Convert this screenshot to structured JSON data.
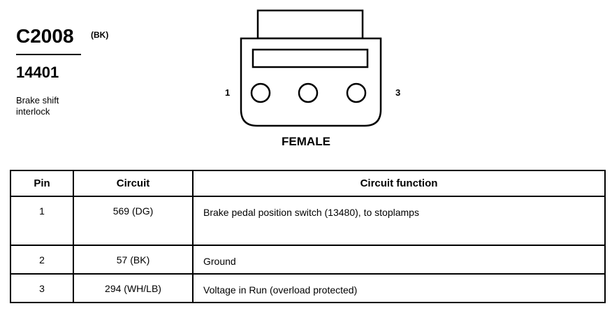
{
  "connector": {
    "id": "C2008",
    "color": "(BK)",
    "part_number": "14401",
    "description": "Brake shift interlock"
  },
  "diagram": {
    "pin_left": "1",
    "pin_right": "3",
    "gender": "FEMALE"
  },
  "table": {
    "headers": [
      "Pin",
      "Circuit",
      "Circuit function"
    ],
    "rows": [
      {
        "pin": "1",
        "circuit": "569 (DG)",
        "function": "Brake pedal position switch (13480), to stoplamps"
      },
      {
        "pin": "2",
        "circuit": "57 (BK)",
        "function": "Ground"
      },
      {
        "pin": "3",
        "circuit": "294 (WH/LB)",
        "function": "Voltage in Run (overload protected)"
      }
    ]
  }
}
